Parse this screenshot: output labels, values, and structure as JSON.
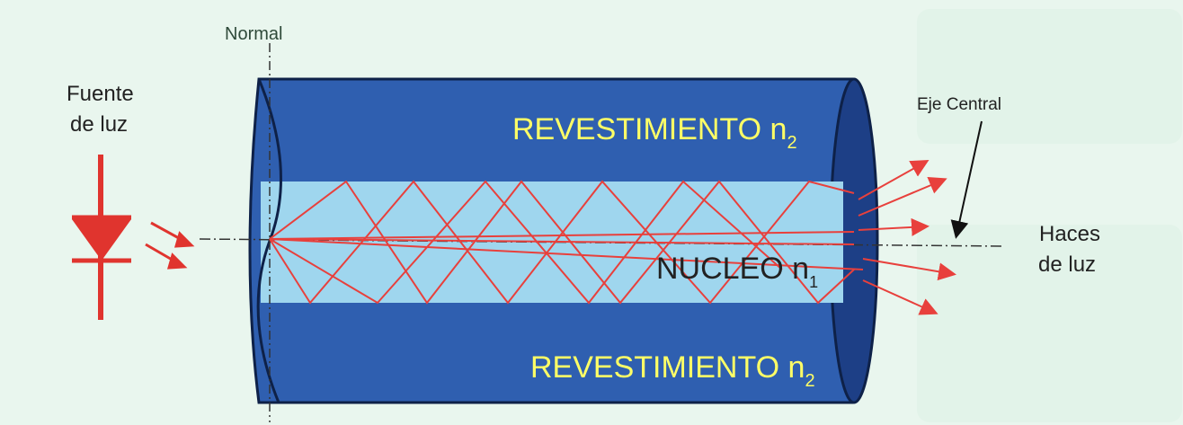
{
  "labels": {
    "normal": "Normal",
    "source_line1": "Fuente",
    "source_line2": "de luz",
    "cladding_top": "REVESTIMIENTO n",
    "cladding_top_sub": "2",
    "cladding_bottom": "REVESTIMIENTO n",
    "cladding_bottom_sub": "2",
    "core": "NUCLEO n",
    "core_sub": "1",
    "central_axis": "Eje Central",
    "beams_line1": "Haces",
    "beams_line2": "de luz"
  },
  "colors": {
    "background": "#e9f6ee",
    "cladding": "#2f5fb0",
    "cladding_dark": "#1d3f86",
    "core": "#9fd6ee",
    "ray": "#e8403c",
    "source": "#e0342e",
    "label_yellow": "#ffff66",
    "text_dark": "#222222"
  },
  "icons": [
    "light-source-diode-icon"
  ]
}
